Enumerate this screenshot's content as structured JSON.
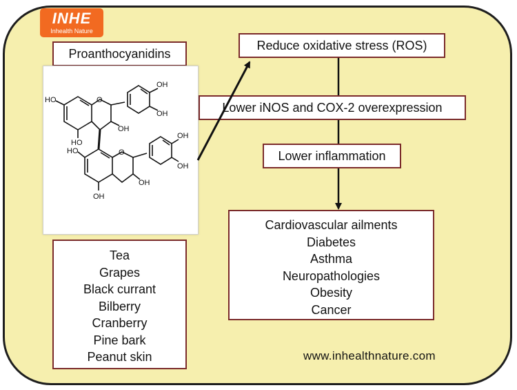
{
  "logo": {
    "text": "INHE",
    "sub": "Inhealth Nature"
  },
  "compound": {
    "title": "Proanthocyanidins"
  },
  "molecule_labels": [
    "OH",
    "OH",
    "HO",
    "O",
    "OH",
    "HO",
    "OH",
    "OH",
    "HO",
    "O",
    "OH",
    "OH",
    "OH"
  ],
  "sources": [
    "Tea",
    "Grapes",
    "Black currant",
    "Bilberry",
    "Cranberry",
    "Pine bark",
    "Peanut skin"
  ],
  "effects": {
    "ros": "Reduce oxidative stress (ROS)",
    "inos": "Lower iNOS and COX-2 overexpression",
    "inflammation": "Lower inflammation"
  },
  "conditions": [
    "Cardiovascular ailments",
    "Diabetes",
    "Asthma",
    "Neuropathologies",
    "Obesity",
    "Cancer"
  ],
  "website": "www.inhealthnature.com",
  "colors": {
    "panel": "#f6efae",
    "logo": "#f26a21",
    "box_border": "#7a2a2a"
  }
}
